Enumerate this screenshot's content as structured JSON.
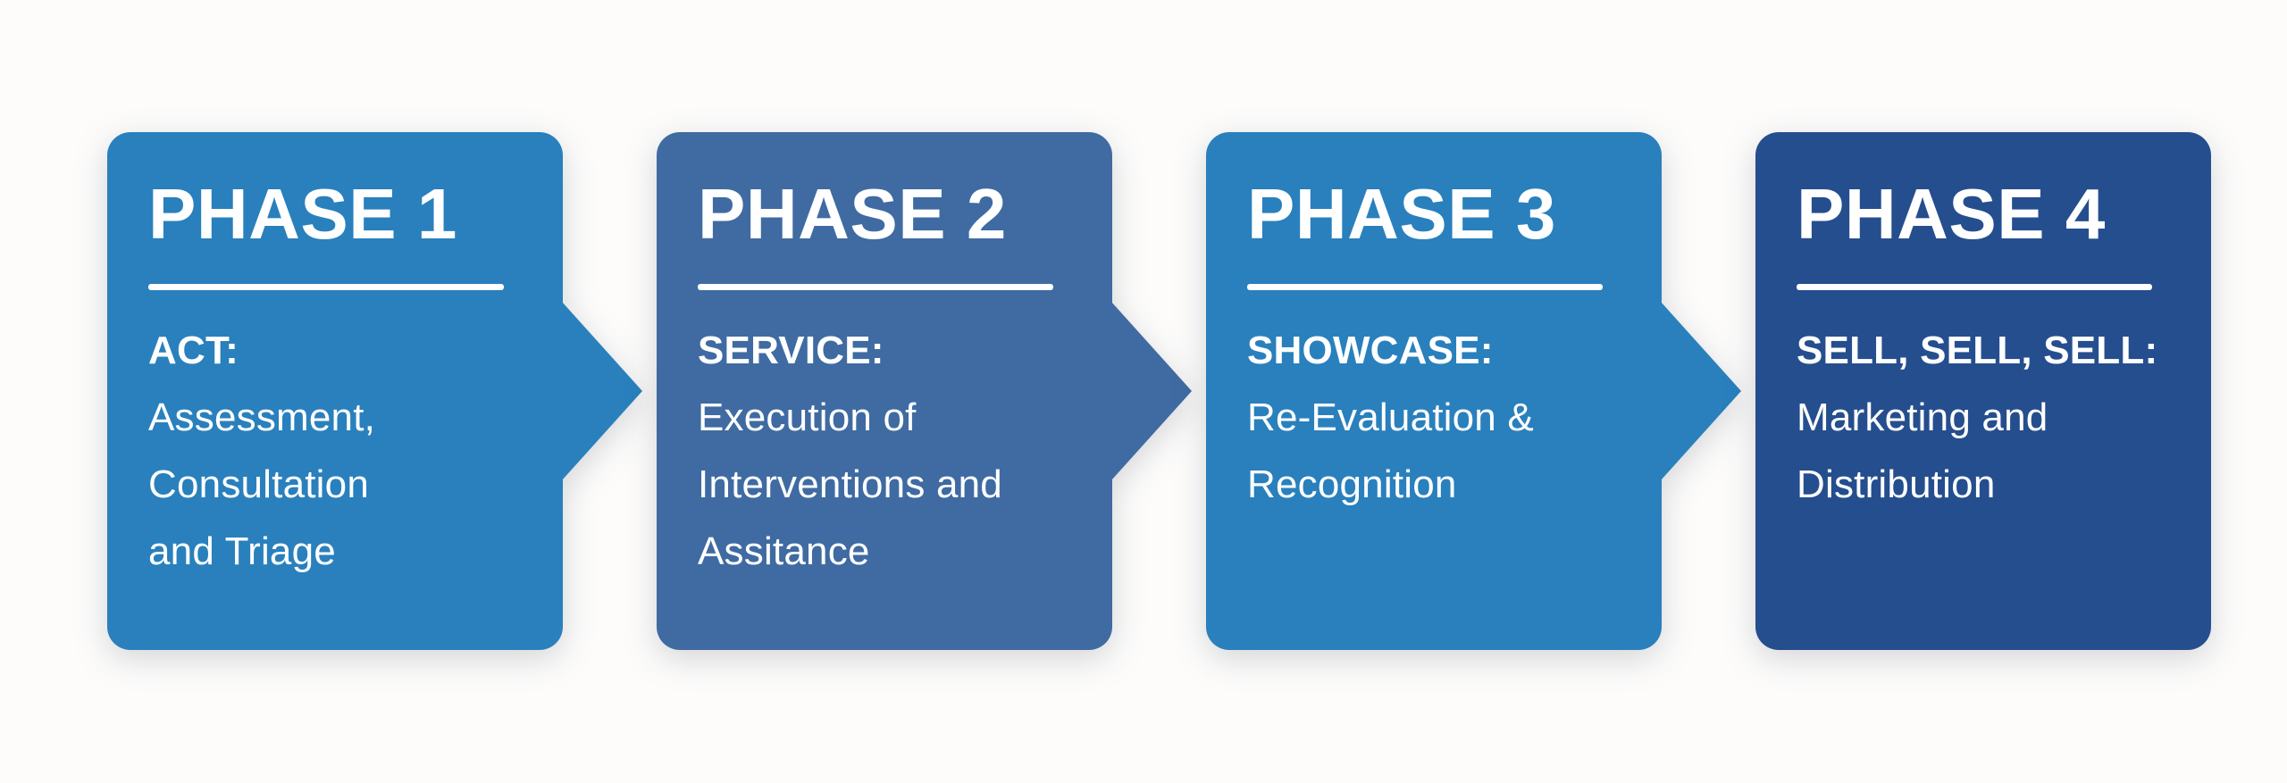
{
  "canvas": {
    "background": "#FDFCFB",
    "text_color": "#FFFFFF"
  },
  "phases": [
    {
      "title": "PHASE 1",
      "label": "ACT:",
      "lines": [
        "Assessment,",
        "Consultation",
        "and Triage"
      ],
      "color": "#2980BD",
      "has_arrow": true
    },
    {
      "title": "PHASE 2",
      "label": "SERVICE:",
      "lines": [
        "Execution of",
        "Interventions and",
        "Assitance"
      ],
      "color": "#3F6BA2",
      "has_arrow": true
    },
    {
      "title": "PHASE 3",
      "label": "SHOWCASE:",
      "lines": [
        "Re-Evaluation &",
        "Recognition"
      ],
      "color": "#2980BD",
      "has_arrow": true
    },
    {
      "title": "PHASE 4",
      "label": "SELL, SELL, SELL:",
      "lines": [
        "Marketing and",
        "Distribution"
      ],
      "color": "#254E8E",
      "has_arrow": false
    }
  ]
}
